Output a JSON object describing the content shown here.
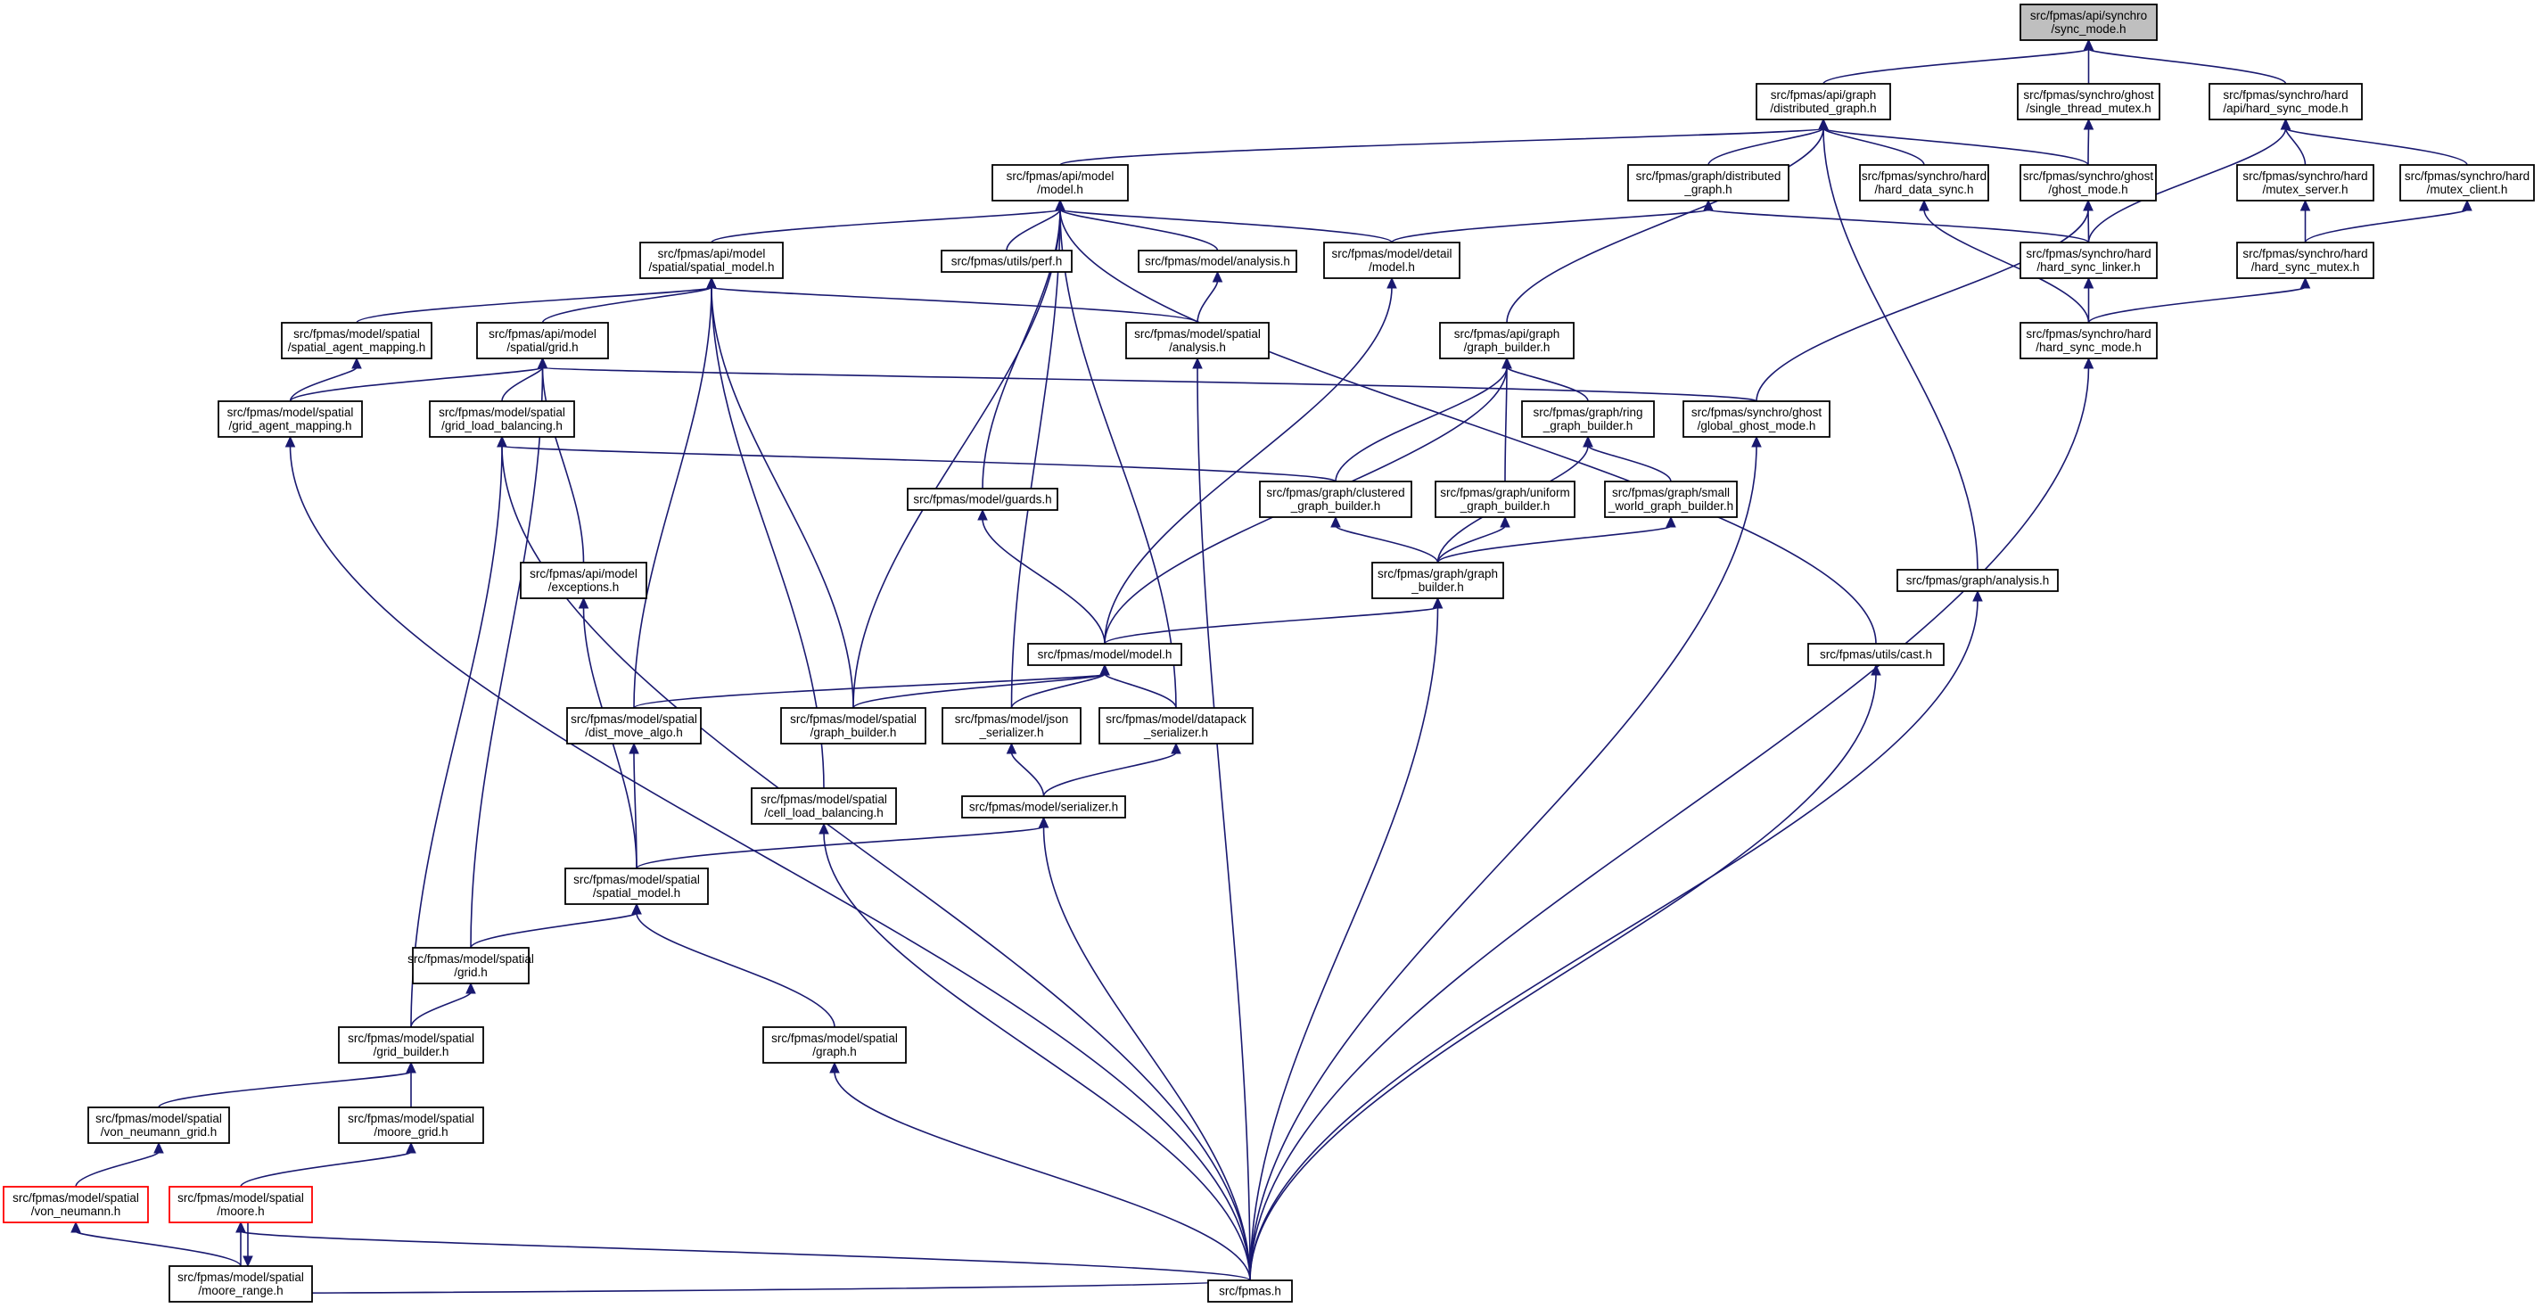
{
  "nodes": {
    "sync_mode": {
      "lines": [
        "src/fpmas/api/synchro",
        "/sync_mode.h"
      ],
      "style": "root"
    },
    "distributed_graph": {
      "lines": [
        "src/fpmas/api/graph",
        "/distributed_graph.h"
      ]
    },
    "single_thread_mutex": {
      "lines": [
        "src/fpmas/synchro/ghost",
        "/single_thread_mutex.h"
      ]
    },
    "api_hard_sync_mode": {
      "lines": [
        "src/fpmas/synchro/hard",
        "/api/hard_sync_mode.h"
      ]
    },
    "api_model": {
      "lines": [
        "src/fpmas/api/model",
        "/model.h"
      ]
    },
    "graph_distributed": {
      "lines": [
        "src/fpmas/graph/distributed",
        "_graph.h"
      ]
    },
    "hard_data_sync": {
      "lines": [
        "src/fpmas/synchro/hard",
        "/hard_data_sync.h"
      ]
    },
    "ghost_mode": {
      "lines": [
        "src/fpmas/synchro/ghost",
        "/ghost_mode.h"
      ]
    },
    "mutex_server": {
      "lines": [
        "src/fpmas/synchro/hard",
        "/mutex_server.h"
      ]
    },
    "mutex_client": {
      "lines": [
        "src/fpmas/synchro/hard",
        "/mutex_client.h"
      ]
    },
    "api_spatial_model": {
      "lines": [
        "src/fpmas/api/model",
        "/spatial/spatial_model.h"
      ]
    },
    "perf": {
      "lines": [
        "src/fpmas/utils/perf.h"
      ]
    },
    "model_analysis": {
      "lines": [
        "src/fpmas/model/analysis.h"
      ]
    },
    "detail_model": {
      "lines": [
        "src/fpmas/model/detail",
        "/model.h"
      ]
    },
    "hard_sync_linker": {
      "lines": [
        "src/fpmas/synchro/hard",
        "/hard_sync_linker.h"
      ]
    },
    "hard_sync_mutex": {
      "lines": [
        "src/fpmas/synchro/hard",
        "/hard_sync_mutex.h"
      ]
    },
    "spatial_agent_mapping": {
      "lines": [
        "src/fpmas/model/spatial",
        "/spatial_agent_mapping.h"
      ]
    },
    "api_grid": {
      "lines": [
        "src/fpmas/api/model",
        "/spatial/grid.h"
      ]
    },
    "spatial_analysis": {
      "lines": [
        "src/fpmas/model/spatial",
        "/analysis.h"
      ]
    },
    "api_graph_builder": {
      "lines": [
        "src/fpmas/api/graph",
        "/graph_builder.h"
      ]
    },
    "hard_sync_mode": {
      "lines": [
        "src/fpmas/synchro/hard",
        "/hard_sync_mode.h"
      ]
    },
    "grid_agent_mapping": {
      "lines": [
        "src/fpmas/model/spatial",
        "/grid_agent_mapping.h"
      ]
    },
    "grid_load_balancing": {
      "lines": [
        "src/fpmas/model/spatial",
        "/grid_load_balancing.h"
      ]
    },
    "ring_graph_builder": {
      "lines": [
        "src/fpmas/graph/ring",
        "_graph_builder.h"
      ]
    },
    "global_ghost_mode": {
      "lines": [
        "src/fpmas/synchro/ghost",
        "/global_ghost_mode.h"
      ]
    },
    "guards": {
      "lines": [
        "src/fpmas/model/guards.h"
      ]
    },
    "clustered_graph_builder": {
      "lines": [
        "src/fpmas/graph/clustered",
        "_graph_builder.h"
      ]
    },
    "uniform_graph_builder": {
      "lines": [
        "src/fpmas/graph/uniform",
        "_graph_builder.h"
      ]
    },
    "small_world_graph_builder": {
      "lines": [
        "src/fpmas/graph/small",
        "_world_graph_builder.h"
      ]
    },
    "exceptions": {
      "lines": [
        "src/fpmas/api/model",
        "/exceptions.h"
      ]
    },
    "graph_graph_builder": {
      "lines": [
        "src/fpmas/graph/graph",
        "_builder.h"
      ]
    },
    "graph_analysis": {
      "lines": [
        "src/fpmas/graph/analysis.h"
      ]
    },
    "model_model": {
      "lines": [
        "src/fpmas/model/model.h"
      ]
    },
    "cast": {
      "lines": [
        "src/fpmas/utils/cast.h"
      ]
    },
    "dist_move_algo": {
      "lines": [
        "src/fpmas/model/spatial",
        "/dist_move_algo.h"
      ]
    },
    "spatial_graph_builder": {
      "lines": [
        "src/fpmas/model/spatial",
        "/graph_builder.h"
      ]
    },
    "json_serializer": {
      "lines": [
        "src/fpmas/model/json",
        "_serializer.h"
      ]
    },
    "datapack_serializer": {
      "lines": [
        "src/fpmas/model/datapack",
        "_serializer.h"
      ]
    },
    "cell_load_balancing": {
      "lines": [
        "src/fpmas/model/spatial",
        "/cell_load_balancing.h"
      ]
    },
    "serializer": {
      "lines": [
        "src/fpmas/model/serializer.h"
      ]
    },
    "spatial_spatial_model": {
      "lines": [
        "src/fpmas/model/spatial",
        "/spatial_model.h"
      ]
    },
    "spatial_grid": {
      "lines": [
        "src/fpmas/model/spatial",
        "/grid.h"
      ]
    },
    "grid_builder": {
      "lines": [
        "src/fpmas/model/spatial",
        "/grid_builder.h"
      ]
    },
    "spatial_graph": {
      "lines": [
        "src/fpmas/model/spatial",
        "/graph.h"
      ]
    },
    "von_neumann_grid": {
      "lines": [
        "src/fpmas/model/spatial",
        "/von_neumann_grid.h"
      ]
    },
    "moore_grid": {
      "lines": [
        "src/fpmas/model/spatial",
        "/moore_grid.h"
      ]
    },
    "von_neumann": {
      "lines": [
        "src/fpmas/model/spatial",
        "/von_neumann.h"
      ],
      "style": "truncated"
    },
    "moore": {
      "lines": [
        "src/fpmas/model/spatial",
        "/moore.h"
      ],
      "style": "truncated"
    },
    "moore_range": {
      "lines": [
        "src/fpmas/model/spatial",
        "/moore_range.h"
      ]
    },
    "fpmas": {
      "lines": [
        "src/fpmas.h"
      ]
    }
  },
  "edges": [
    [
      "distributed_graph",
      "sync_mode"
    ],
    [
      "single_thread_mutex",
      "sync_mode"
    ],
    [
      "api_hard_sync_mode",
      "sync_mode"
    ],
    [
      "api_model",
      "distributed_graph"
    ],
    [
      "graph_distributed",
      "distributed_graph"
    ],
    [
      "hard_data_sync",
      "distributed_graph"
    ],
    [
      "ghost_mode",
      "distributed_graph"
    ],
    [
      "api_graph_builder",
      "distributed_graph"
    ],
    [
      "graph_analysis",
      "distributed_graph"
    ],
    [
      "ghost_mode",
      "single_thread_mutex"
    ],
    [
      "mutex_server",
      "api_hard_sync_mode"
    ],
    [
      "mutex_client",
      "api_hard_sync_mode"
    ],
    [
      "hard_sync_linker",
      "api_hard_sync_mode"
    ],
    [
      "api_spatial_model",
      "api_model"
    ],
    [
      "perf",
      "api_model"
    ],
    [
      "model_analysis",
      "api_model"
    ],
    [
      "detail_model",
      "api_model"
    ],
    [
      "guards",
      "api_model"
    ],
    [
      "spatial_graph_builder",
      "api_model"
    ],
    [
      "json_serializer",
      "api_model"
    ],
    [
      "datapack_serializer",
      "api_model"
    ],
    [
      "cast",
      "api_model"
    ],
    [
      "detail_model",
      "graph_distributed"
    ],
    [
      "hard_sync_linker",
      "graph_distributed"
    ],
    [
      "hard_sync_mode",
      "hard_data_sync"
    ],
    [
      "hard_sync_linker",
      "ghost_mode"
    ],
    [
      "global_ghost_mode",
      "ghost_mode"
    ],
    [
      "hard_sync_mutex",
      "mutex_server"
    ],
    [
      "hard_sync_mutex",
      "mutex_client"
    ],
    [
      "spatial_agent_mapping",
      "api_spatial_model"
    ],
    [
      "api_grid",
      "api_spatial_model"
    ],
    [
      "spatial_analysis",
      "api_spatial_model"
    ],
    [
      "dist_move_algo",
      "api_spatial_model"
    ],
    [
      "spatial_graph_builder",
      "api_spatial_model"
    ],
    [
      "cell_load_balancing",
      "api_spatial_model"
    ],
    [
      "spatial_analysis",
      "model_analysis"
    ],
    [
      "model_model",
      "detail_model"
    ],
    [
      "hard_sync_mode",
      "hard_sync_linker"
    ],
    [
      "hard_sync_mode",
      "hard_sync_mutex"
    ],
    [
      "grid_agent_mapping",
      "spatial_agent_mapping"
    ],
    [
      "grid_agent_mapping",
      "api_grid"
    ],
    [
      "grid_load_balancing",
      "api_grid"
    ],
    [
      "exceptions",
      "api_grid"
    ],
    [
      "spatial_grid",
      "api_grid"
    ],
    [
      "global_ghost_mode",
      "api_grid"
    ],
    [
      "fpmas",
      "spatial_analysis"
    ],
    [
      "ring_graph_builder",
      "api_graph_builder"
    ],
    [
      "clustered_graph_builder",
      "api_graph_builder"
    ],
    [
      "uniform_graph_builder",
      "api_graph_builder"
    ],
    [
      "model_model",
      "api_graph_builder"
    ],
    [
      "fpmas",
      "hard_sync_mode"
    ],
    [
      "fpmas",
      "grid_agent_mapping"
    ],
    [
      "clustered_graph_builder",
      "grid_load_balancing"
    ],
    [
      "grid_builder",
      "grid_load_balancing"
    ],
    [
      "fpmas",
      "grid_load_balancing"
    ],
    [
      "small_world_graph_builder",
      "ring_graph_builder"
    ],
    [
      "graph_graph_builder",
      "ring_graph_builder"
    ],
    [
      "fpmas",
      "global_ghost_mode"
    ],
    [
      "model_model",
      "guards"
    ],
    [
      "graph_graph_builder",
      "clustered_graph_builder"
    ],
    [
      "graph_graph_builder",
      "uniform_graph_builder"
    ],
    [
      "graph_graph_builder",
      "small_world_graph_builder"
    ],
    [
      "spatial_spatial_model",
      "exceptions"
    ],
    [
      "model_model",
      "graph_graph_builder"
    ],
    [
      "fpmas",
      "graph_graph_builder"
    ],
    [
      "fpmas",
      "graph_analysis"
    ],
    [
      "dist_move_algo",
      "model_model"
    ],
    [
      "spatial_graph_builder",
      "model_model"
    ],
    [
      "json_serializer",
      "model_model"
    ],
    [
      "datapack_serializer",
      "model_model"
    ],
    [
      "fpmas",
      "cast"
    ],
    [
      "spatial_spatial_model",
      "dist_move_algo"
    ],
    [
      "serializer",
      "json_serializer"
    ],
    [
      "serializer",
      "datapack_serializer"
    ],
    [
      "fpmas",
      "cell_load_balancing"
    ],
    [
      "spatial_spatial_model",
      "serializer"
    ],
    [
      "fpmas",
      "serializer"
    ],
    [
      "spatial_grid",
      "spatial_spatial_model"
    ],
    [
      "spatial_graph",
      "spatial_spatial_model"
    ],
    [
      "grid_builder",
      "spatial_grid"
    ],
    [
      "von_neumann_grid",
      "grid_builder"
    ],
    [
      "moore_grid",
      "grid_builder"
    ],
    [
      "fpmas",
      "spatial_graph"
    ],
    [
      "von_neumann",
      "von_neumann_grid"
    ],
    [
      "moore",
      "moore_grid"
    ],
    [
      "moore_range",
      "von_neumann"
    ],
    [
      "moore_range",
      "moore"
    ],
    [
      "moore",
      "moore_range"
    ],
    [
      "fpmas",
      "moore"
    ],
    [
      "fpmas",
      "moore_range"
    ]
  ],
  "colors": {
    "edge": "#191970",
    "root_fill": "#bfbfbf",
    "truncated_border": "#ff0000"
  }
}
